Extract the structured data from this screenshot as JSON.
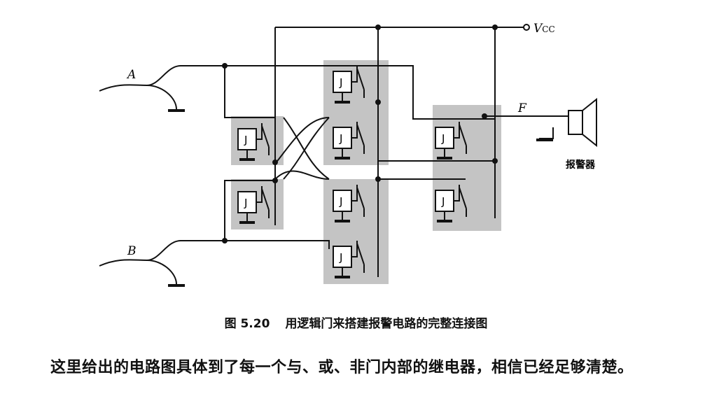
{
  "figure": {
    "labels": {
      "input_a": "A",
      "input_b": "B",
      "vcc_main": "V",
      "vcc_sub": "CC",
      "output": "F",
      "alarm": "报警器",
      "relay": "J"
    },
    "colors": {
      "wire": "#111111",
      "gate_box": "#c4c4c4",
      "relay_face": "#ffffff"
    }
  },
  "caption": {
    "number": "图 5.20",
    "title": "用逻辑门来搭建报警电路的完整连接图"
  },
  "paragraph": "这里给出的电路图具体到了每一个与、或、非门内部的继电器，相信已经足够清楚。"
}
